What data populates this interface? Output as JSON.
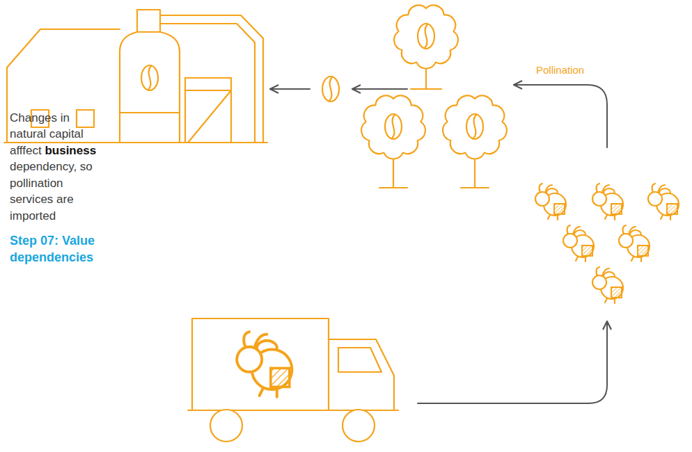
{
  "diagram": {
    "labels": [
      "Pollination",
      "Changes in natural capital afffect business dependency, so pollination services are imported",
      "Step 07: Value dependencies"
    ]
  }
}
